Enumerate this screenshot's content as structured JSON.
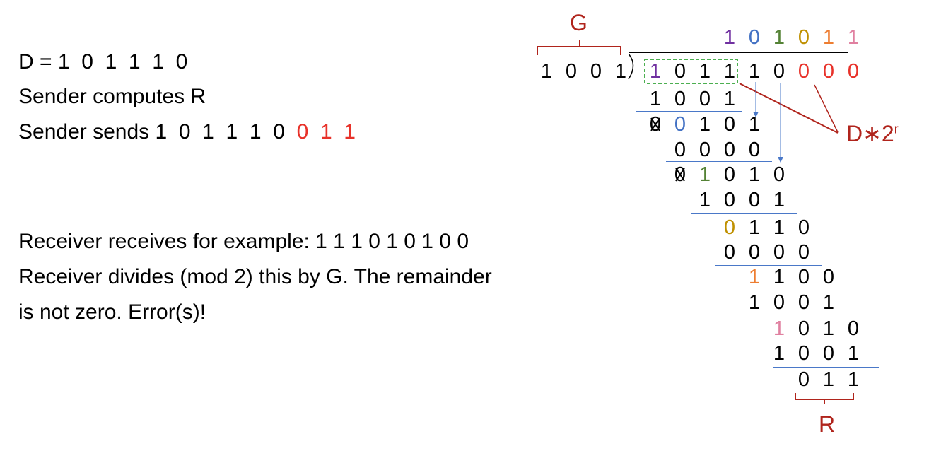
{
  "left_text": {
    "line1": "D = 1  0  1  1  1  0",
    "line2": "Sender computes R",
    "line3_prefix": "Sender sends 1  0  1  1  1  0  ",
    "line3_crc": "0  1  1",
    "line4": "Receiver receives for example: 1 1 1 0 1 0 1 0 0",
    "line5": "Receiver divides (mod 2) this by G. The remainder",
    "line6": "is not zero. Error(s)!"
  },
  "division": {
    "generator_label": "G",
    "generator": "1001",
    "quotient": "101011",
    "quotient_colors": [
      "#7030a0",
      "#4472c4",
      "#548235",
      "#bf9000",
      "#ed7d31",
      "#e080a0"
    ],
    "dividend": "101110000",
    "dividend_colors": [
      "#7030a0",
      "#000000",
      "#000000",
      "#000000",
      "#000000",
      "#000000",
      "#e8322a",
      "#e8322a",
      "#e8322a"
    ],
    "steps": [
      "1001",
      "00101",
      "0000",
      "01010",
      "1001",
      "0110",
      "0000",
      "1100",
      "1001",
      "1010",
      "1001",
      "011"
    ],
    "step_colors": [
      [
        "#000",
        "#000",
        "#000",
        "#000"
      ],
      [
        "#000",
        "#4472c4",
        "#000",
        "#000",
        "#000"
      ],
      [
        "#000",
        "#000",
        "#000",
        "#000"
      ],
      [
        "#000",
        "#548235",
        "#000",
        "#000",
        "#000"
      ],
      [
        "#000",
        "#000",
        "#000",
        "#000"
      ],
      [
        "#bf9000",
        "#000",
        "#000",
        "#000"
      ],
      [
        "#000",
        "#000",
        "#000",
        "#000"
      ],
      [
        "#ed7d31",
        "#000",
        "#000",
        "#000"
      ],
      [
        "#000",
        "#000",
        "#000",
        "#000"
      ],
      [
        "#e080a0",
        "#000",
        "#000",
        "#000"
      ],
      [
        "#000",
        "#000",
        "#000",
        "#000"
      ],
      [
        "#000",
        "#000",
        "#000"
      ]
    ],
    "dstar_label": "D∗2",
    "dstar_sup": "r",
    "remainder_label": "R"
  }
}
